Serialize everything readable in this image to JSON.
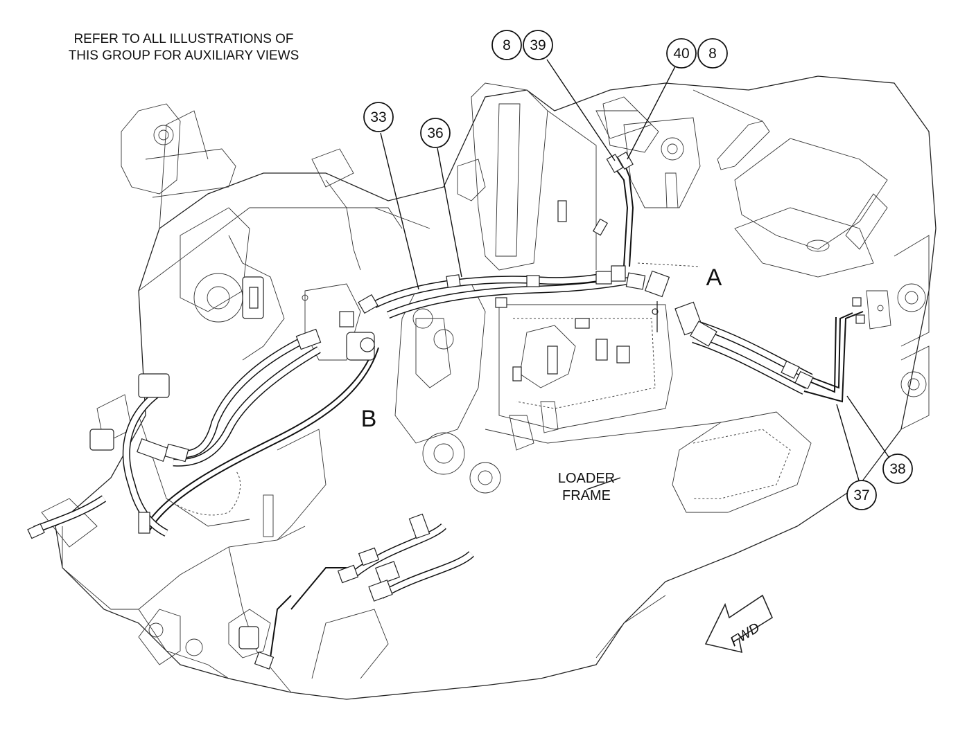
{
  "note": {
    "line1": "REFER TO ALL ILLUSTRATIONS OF",
    "line2": "THIS GROUP FOR AUXILIARY VIEWS"
  },
  "zones": {
    "a": "A",
    "b": "B"
  },
  "frame_label": {
    "line1": "LOADER",
    "line2": "FRAME"
  },
  "direction_arrow": {
    "label": "FWD",
    "icon": "fwd-arrow-icon"
  },
  "callouts": {
    "c8_left": "8",
    "c39": "39",
    "c40": "40",
    "c8_right": "8",
    "c33": "33",
    "c36": "36",
    "c38": "38",
    "c37": "37"
  },
  "colors": {
    "ink": "#111111",
    "paper": "#ffffff"
  }
}
